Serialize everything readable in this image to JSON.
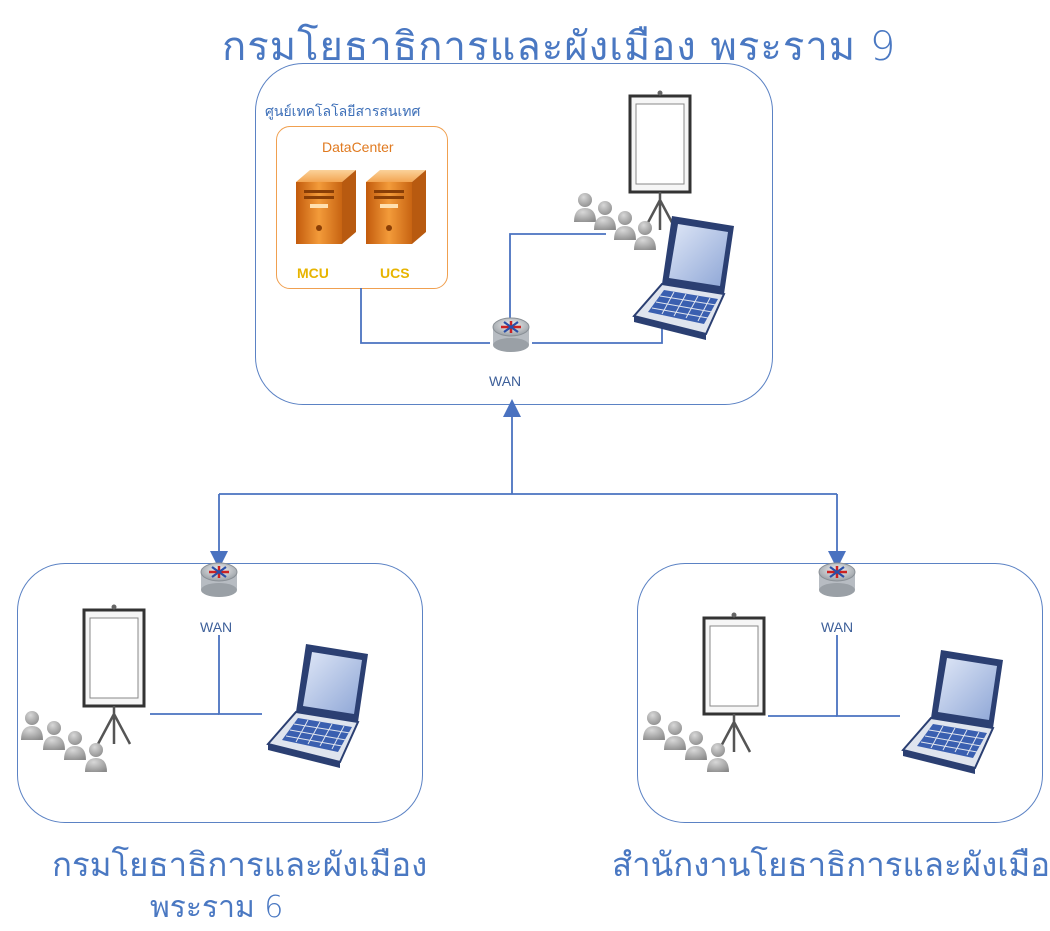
{
  "title": "กรมโยธาธิการและผังเมือง พระราม 9",
  "hq": {
    "it_center_label": "ศูนย์เทคโลโลยีสารสนเทศ",
    "datacenter_label": "DataCenter",
    "server1_label": "MCU",
    "server2_label": "UCS",
    "wan_label": "WAN"
  },
  "site_left": {
    "wan_label": "WAN",
    "caption_line1": "กรมโยธาธิการและผังเมือง",
    "caption_line2": "พระราม 6"
  },
  "site_right": {
    "wan_label": "WAN",
    "caption": "สำนักงานโยธาธิการและผังเมือง"
  },
  "colors": {
    "line": "#4a72c0",
    "box_border": "#5b82c4",
    "title": "#4a78c2",
    "datacenter_border": "#f0a050",
    "server_body": "#e8821e"
  },
  "icons": [
    "router-icon",
    "server-icon",
    "projector-screen-icon",
    "people-group-icon",
    "laptop-icon"
  ]
}
